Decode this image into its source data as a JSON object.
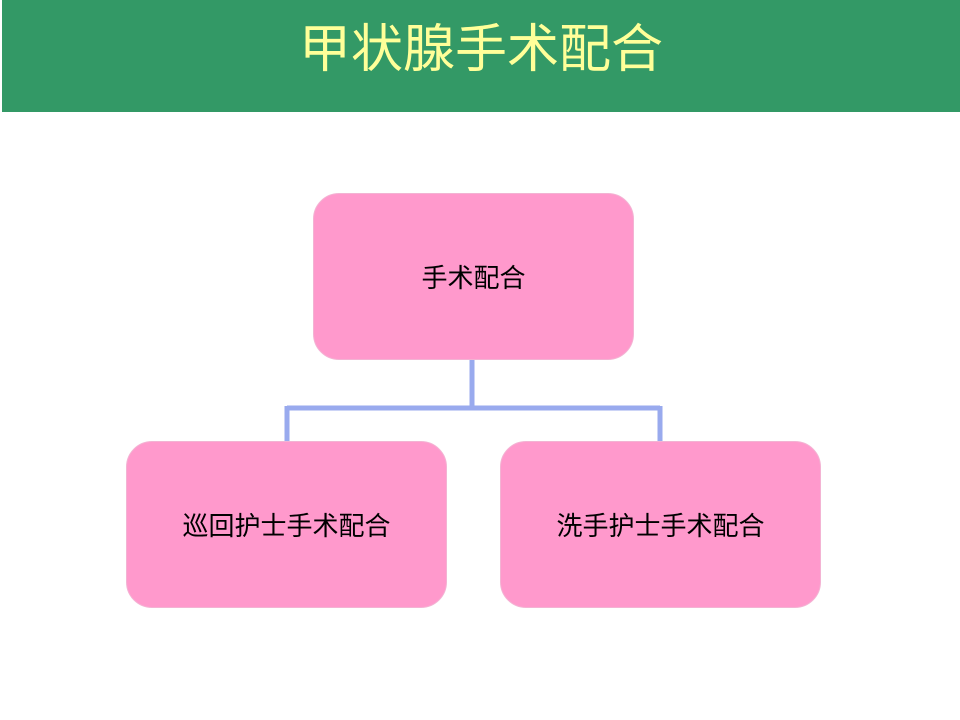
{
  "title": "甲状腺手术配合",
  "colors": {
    "title_bar": "#339966",
    "title_text": "#ffff99",
    "node_fill": "#ff99cc",
    "connector": "#99aaee"
  },
  "diagram": {
    "root": {
      "label": "手术配合"
    },
    "children": [
      {
        "label": "巡回护士手术配合"
      },
      {
        "label": "洗手护士手术配合"
      }
    ]
  }
}
